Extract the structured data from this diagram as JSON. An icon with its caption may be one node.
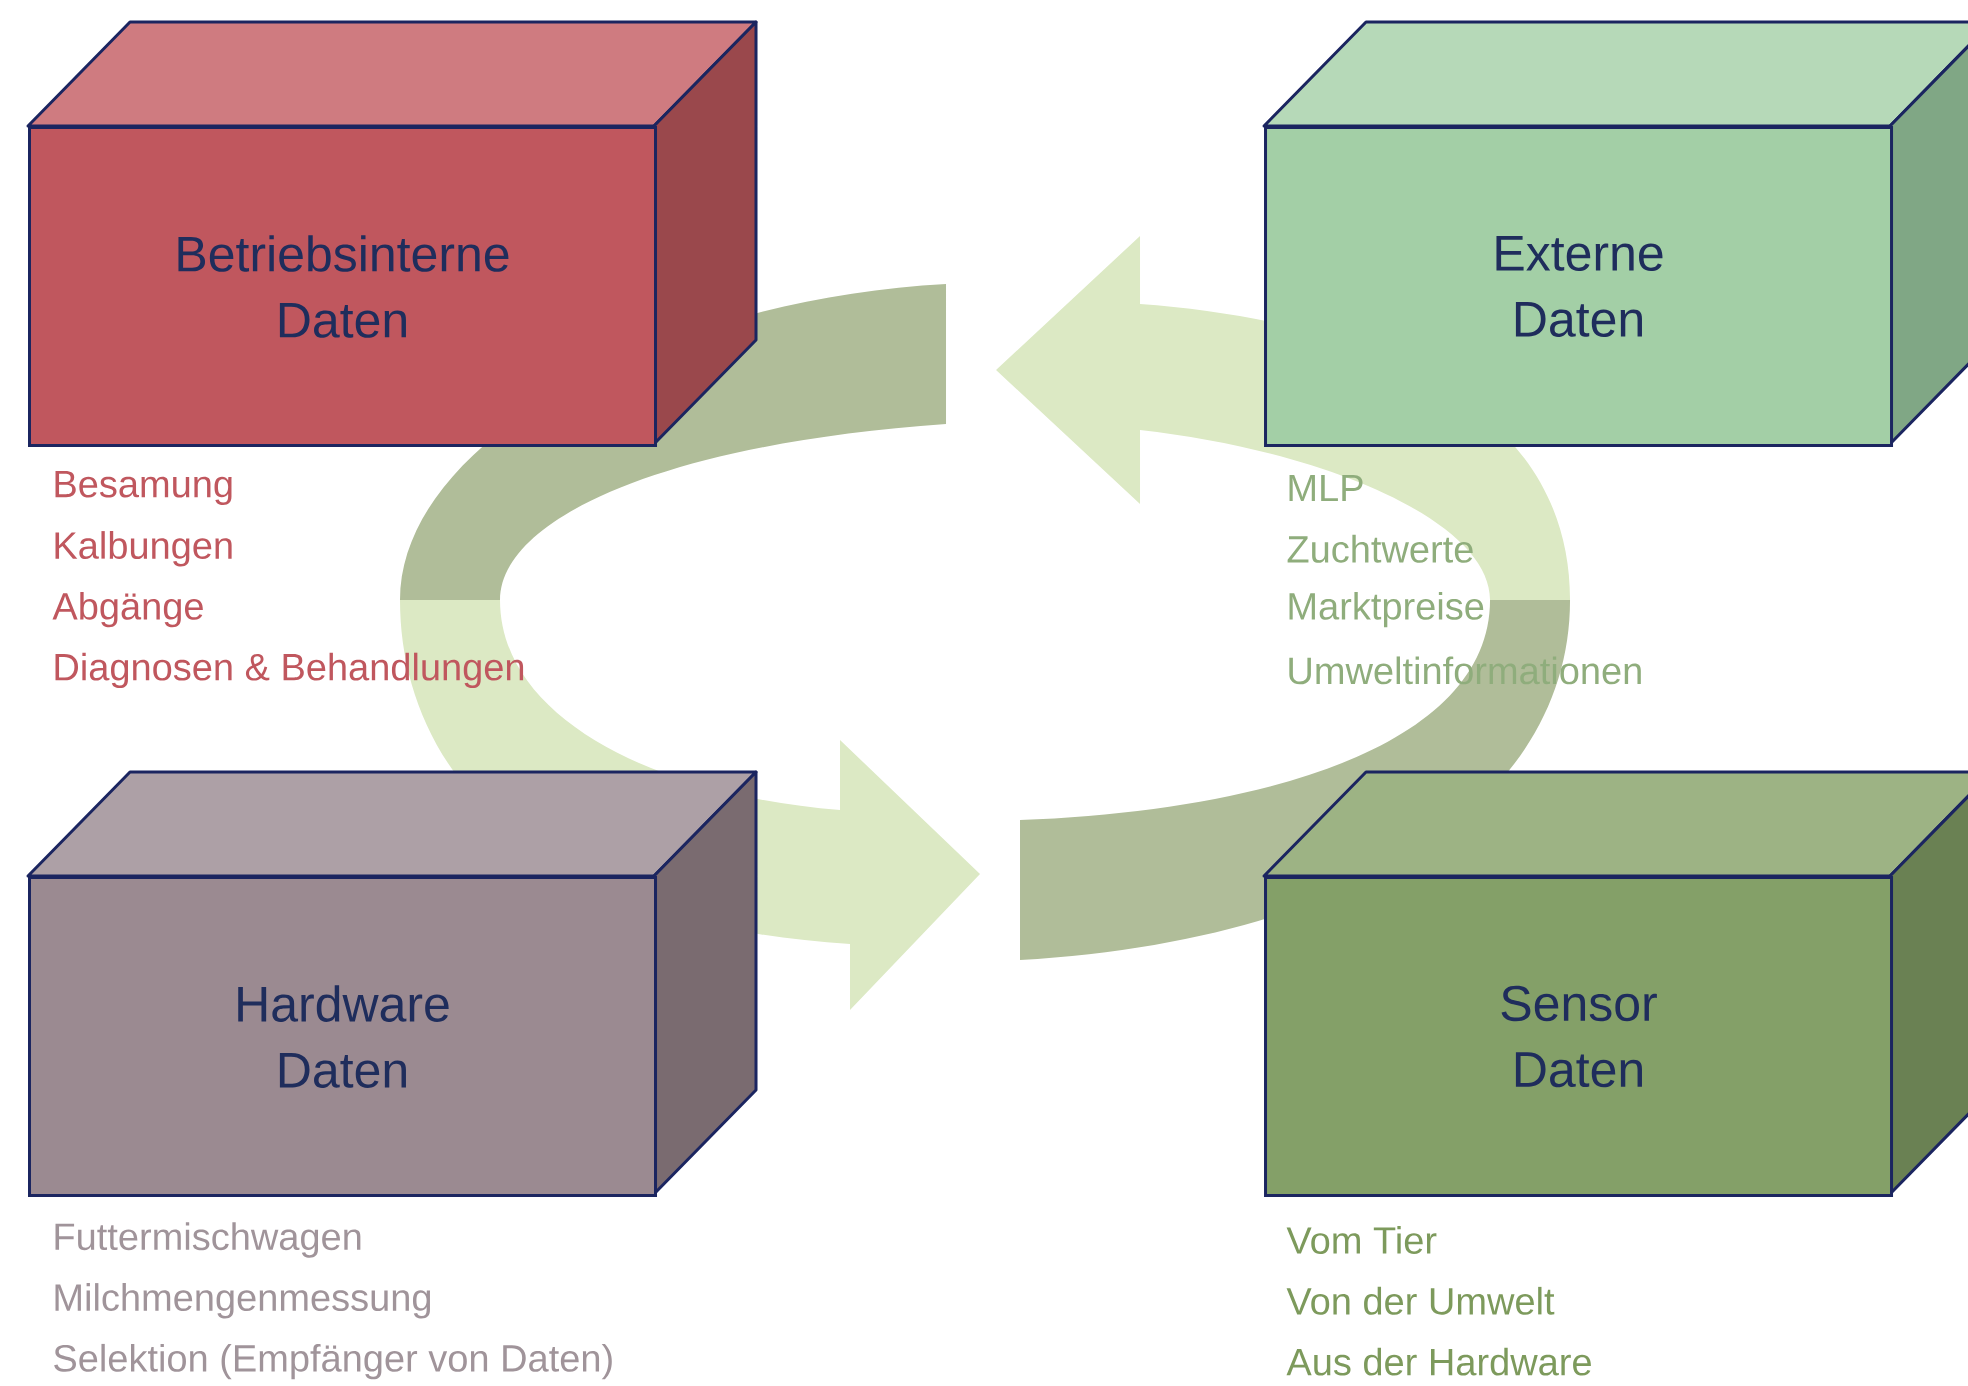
{
  "diagram": {
    "nodes": [
      {
        "text": [
          "Betriebsinterne Daten"
        ],
        "beside": [
          "Besamung",
          "Kalbungen",
          "Abgänge",
          "Diagnosen & Behandlungen"
        ]
      },
      {
        "text": [
          "Externe Daten"
        ],
        "beside": [
          "MLP",
          "Zuchtwerte",
          "Marktpreise",
          "Umweltinformationen"
        ]
      },
      {
        "text": [
          "Hardware Daten"
        ],
        "beside": [
          "Futtermischwagen",
          "Milchmengenmessung",
          "Selektion (Empfänger von Daten)"
        ]
      },
      {
        "text": [
          "Sensor Daten"
        ],
        "beside": [
          "Vom Tier",
          "Von der Umwelt",
          "Aus der Hardware"
        ]
      }
    ]
  }
}
